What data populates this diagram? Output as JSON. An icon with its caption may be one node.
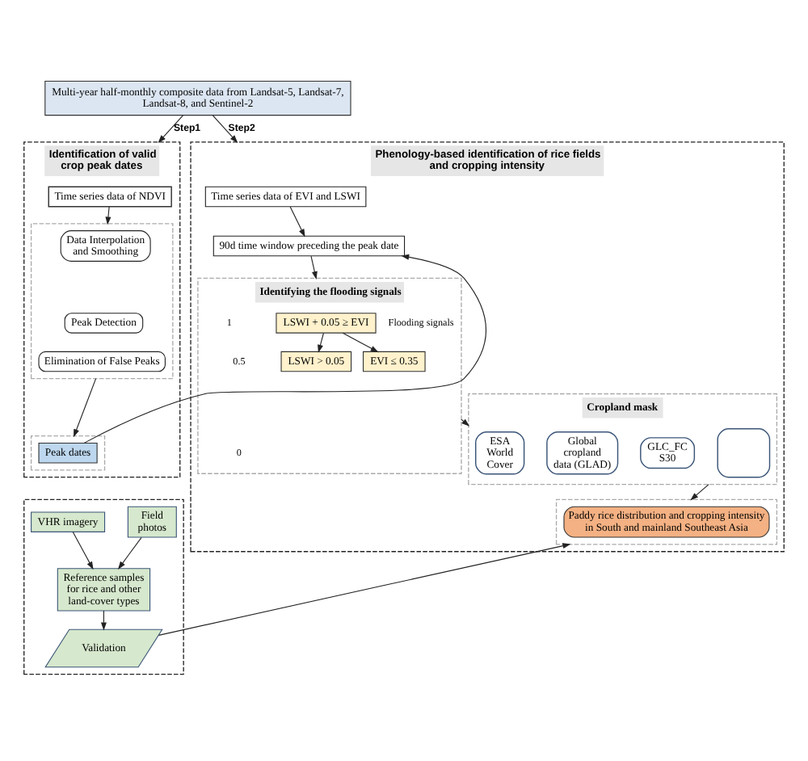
{
  "diagram": {
    "nodes": [
      {
        "text": [
          "Multi-year half-monthly composite data from Landsat-5, Landsat-7, Landsat-8, and Sentinel-2"
        ]
      },
      {
        "text": [
          "Identification of valid crop peak dates"
        ]
      },
      {
        "text": [
          "Time series data of NDVI"
        ],
        "in": 1
      },
      {
        "text": [],
        "shape": "box",
        "in": 1
      },
      {
        "text": [
          "Data Interpolation and Smoothing"
        ],
        "in": 3
      },
      {
        "text": [
          "Peak Detection"
        ],
        "in": 3
      },
      {
        "text": [
          "Elimination of False Peaks"
        ],
        "in": 3
      },
      {
        "text": [],
        "shape": "box",
        "in": 1
      },
      {
        "text": [
          "Peak dates"
        ],
        "in": 7
      },
      {
        "text": [],
        "shape": "box"
      },
      {
        "text": [
          "VHR imagery"
        ],
        "in": 9
      },
      {
        "text": [
          "Field photos"
        ],
        "in": 9
      },
      {
        "text": [
          "Reference samples for rice and other land-cover types"
        ],
        "in": 9
      },
      {
        "text": [
          "Validation"
        ],
        "in": 9
      },
      {
        "text": [
          "Phenology-based identification of rice fields and cropping intensity"
        ]
      },
      {
        "text": [
          "Time series data of EVI and LSWI"
        ],
        "in": 14
      },
      {
        "text": [
          "90d time window preceding the peak date"
        ],
        "in": 14
      },
      {
        "text": [
          "Identifying the flooding signals"
        ],
        "in": 14
      },
      {
        "text": [
          "LSWI + 0.05 ≥ EVI"
        ],
        "in": 17
      },
      {
        "text": [
          "LSWI > 0.05"
        ],
        "in": 17
      },
      {
        "text": [
          "EVI ≤ 0.35"
        ],
        "in": 17
      },
      {
        "text": [
          "Cropland mask"
        ],
        "in": 14
      },
      {
        "text": [
          "ESA World Cover"
        ],
        "in": 21
      },
      {
        "text": [
          "Global cropland data (GLAD)"
        ],
        "in": 21
      },
      {
        "text": [
          "GLC_FC S30"
        ],
        "in": 21
      },
      {
        "text": [],
        "shape": "box",
        "in": 21
      },
      {
        "text": [],
        "shape": "box",
        "in": 14
      },
      {
        "text": [
          "Paddy rice distribution and cropping intensity in South and mainland Southeast Asia"
        ],
        "in": 26
      }
    ],
    "edges": [
      {
        "from": 0,
        "to": 1,
        "label": "Step1",
        "arrow": "to"
      },
      {
        "from": 0,
        "to": 14,
        "label": "Step2",
        "arrow": "to"
      },
      {
        "from": 2,
        "to": 3,
        "arrow": "to"
      },
      {
        "from": 3,
        "to": 7,
        "arrow": "to"
      },
      {
        "from": 8,
        "to": 16,
        "arrow": "to"
      },
      {
        "from": 10,
        "to": 12,
        "arrow": "to"
      },
      {
        "from": 11,
        "to": 12,
        "arrow": "to"
      },
      {
        "from": 12,
        "to": 13,
        "arrow": "to"
      },
      {
        "from": 13,
        "to": 26,
        "arrow": "to"
      },
      {
        "from": 15,
        "to": 16,
        "arrow": "to"
      },
      {
        "from": 16,
        "to": 17,
        "arrow": "to"
      },
      {
        "from": 18,
        "to": 19,
        "arrow": "to"
      },
      {
        "from": 18,
        "to": 20,
        "arrow": "to"
      },
      {
        "from": 17,
        "to": 21,
        "arrow": "to"
      },
      {
        "from": 21,
        "to": 26,
        "arrow": "to"
      }
    ],
    "labels": [
      "1",
      "Flooding signals",
      "0.5",
      "0"
    ]
  }
}
